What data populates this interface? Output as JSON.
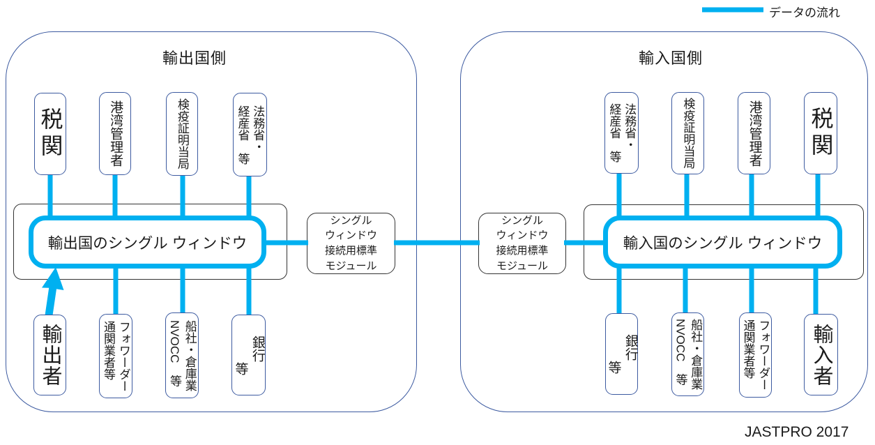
{
  "legend": {
    "label": "データの流れ"
  },
  "colors": {
    "flow": "#00B0F0",
    "box_border": "#3C5AA0"
  },
  "export_side": {
    "title": "輸出国側",
    "single_window": {
      "label": "輸出国のシングル ウィンドウ"
    },
    "top_boxes": [
      {
        "label": "税関"
      },
      {
        "label": "港湾管理者"
      },
      {
        "label": "検疫証明当局"
      },
      {
        "label": "法務省・\n経産省　等"
      }
    ],
    "bottom_boxes": [
      {
        "label": "輸出者"
      },
      {
        "label": "フォワーダー\n通関業者等"
      },
      {
        "label": "船社・倉庫業\nNVOCC　等"
      },
      {
        "label": "銀行\n　　等"
      }
    ]
  },
  "import_side": {
    "title": "輸入国側",
    "single_window": {
      "label": "輸入国のシングル ウィンドウ"
    },
    "top_boxes": [
      {
        "label": "法務省・\n経産省　等"
      },
      {
        "label": "検疫証明当局"
      },
      {
        "label": "港湾管理者"
      },
      {
        "label": "税関"
      }
    ],
    "bottom_boxes": [
      {
        "label": "銀行\n　　等"
      },
      {
        "label": "船社・倉庫業\nNVOCC　等"
      },
      {
        "label": "フォワーダー\n通関業者等"
      },
      {
        "label": "輸入者"
      }
    ]
  },
  "connector_modules": {
    "left": {
      "label": "シングル\nウィンドウ\n接続用標準\nモジュール"
    },
    "right": {
      "label": "シングル\nウィンドウ\n接続用標準\nモジュール"
    }
  },
  "credit": "JASTPRO 2017"
}
